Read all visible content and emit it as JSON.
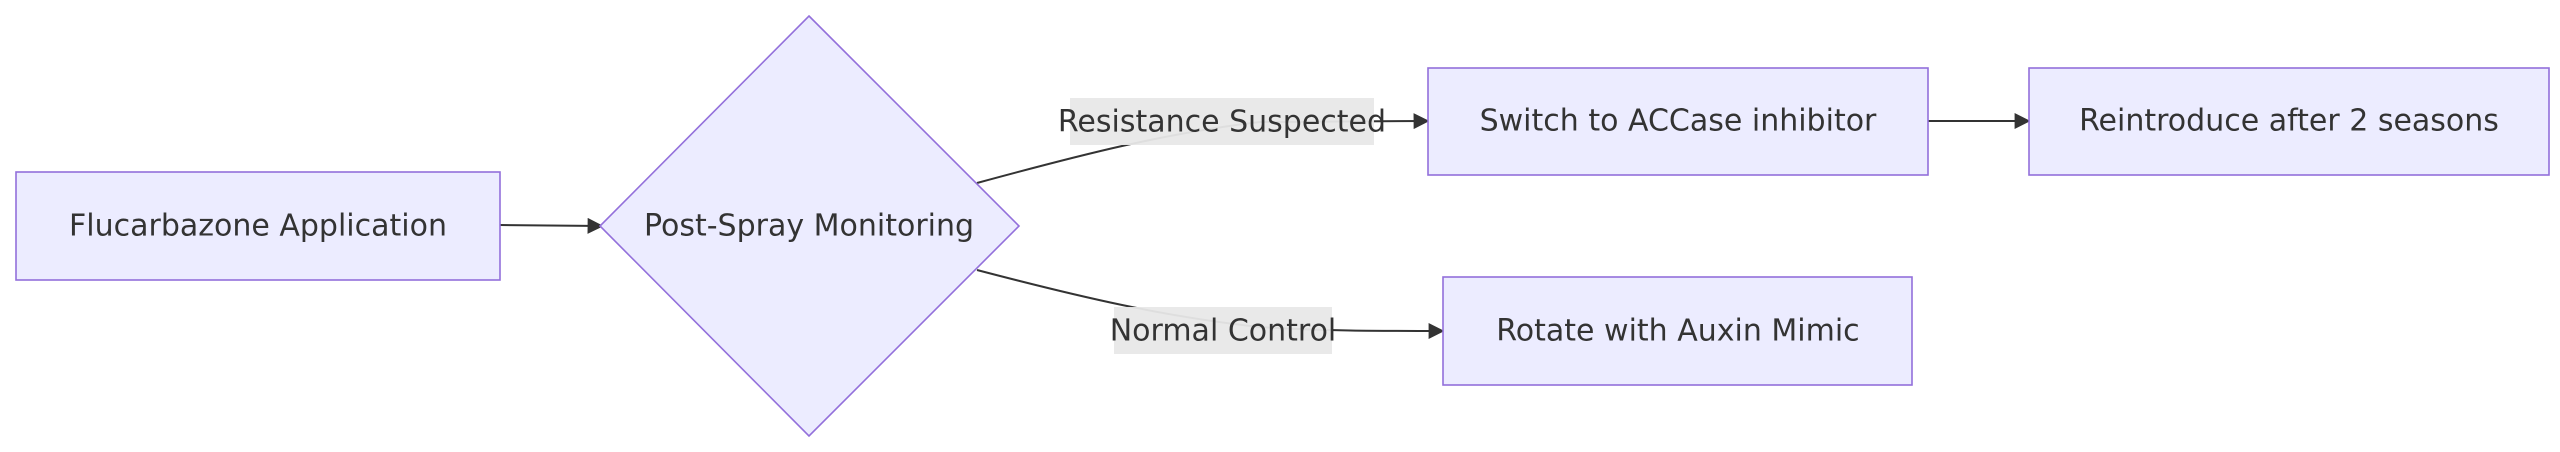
{
  "diagram": {
    "type": "flowchart",
    "direction": "LR",
    "nodes": {
      "application": {
        "label": "Flucarbazone Application",
        "shape": "rect"
      },
      "monitoring": {
        "label": "Post-Spray Monitoring",
        "shape": "diamond"
      },
      "switch": {
        "label": "Switch to ACCase inhibitor",
        "shape": "rect"
      },
      "reintroduce": {
        "label": "Reintroduce after 2 seasons",
        "shape": "rect"
      },
      "rotate": {
        "label": "Rotate with Auxin Mimic",
        "shape": "rect"
      }
    },
    "edges": {
      "application_to_monitoring": {
        "from": "application",
        "to": "monitoring",
        "label": ""
      },
      "monitoring_to_switch": {
        "from": "monitoring",
        "to": "switch",
        "label": "Resistance Suspected"
      },
      "switch_to_reintroduce": {
        "from": "switch",
        "to": "reintroduce",
        "label": ""
      },
      "monitoring_to_rotate": {
        "from": "monitoring",
        "to": "rotate",
        "label": "Normal Control"
      }
    },
    "colors": {
      "node_fill": "#ececff",
      "node_stroke": "#9370db",
      "edge": "#333333",
      "edge_label_background": "#e8e8e8",
      "text": "#333333"
    }
  }
}
